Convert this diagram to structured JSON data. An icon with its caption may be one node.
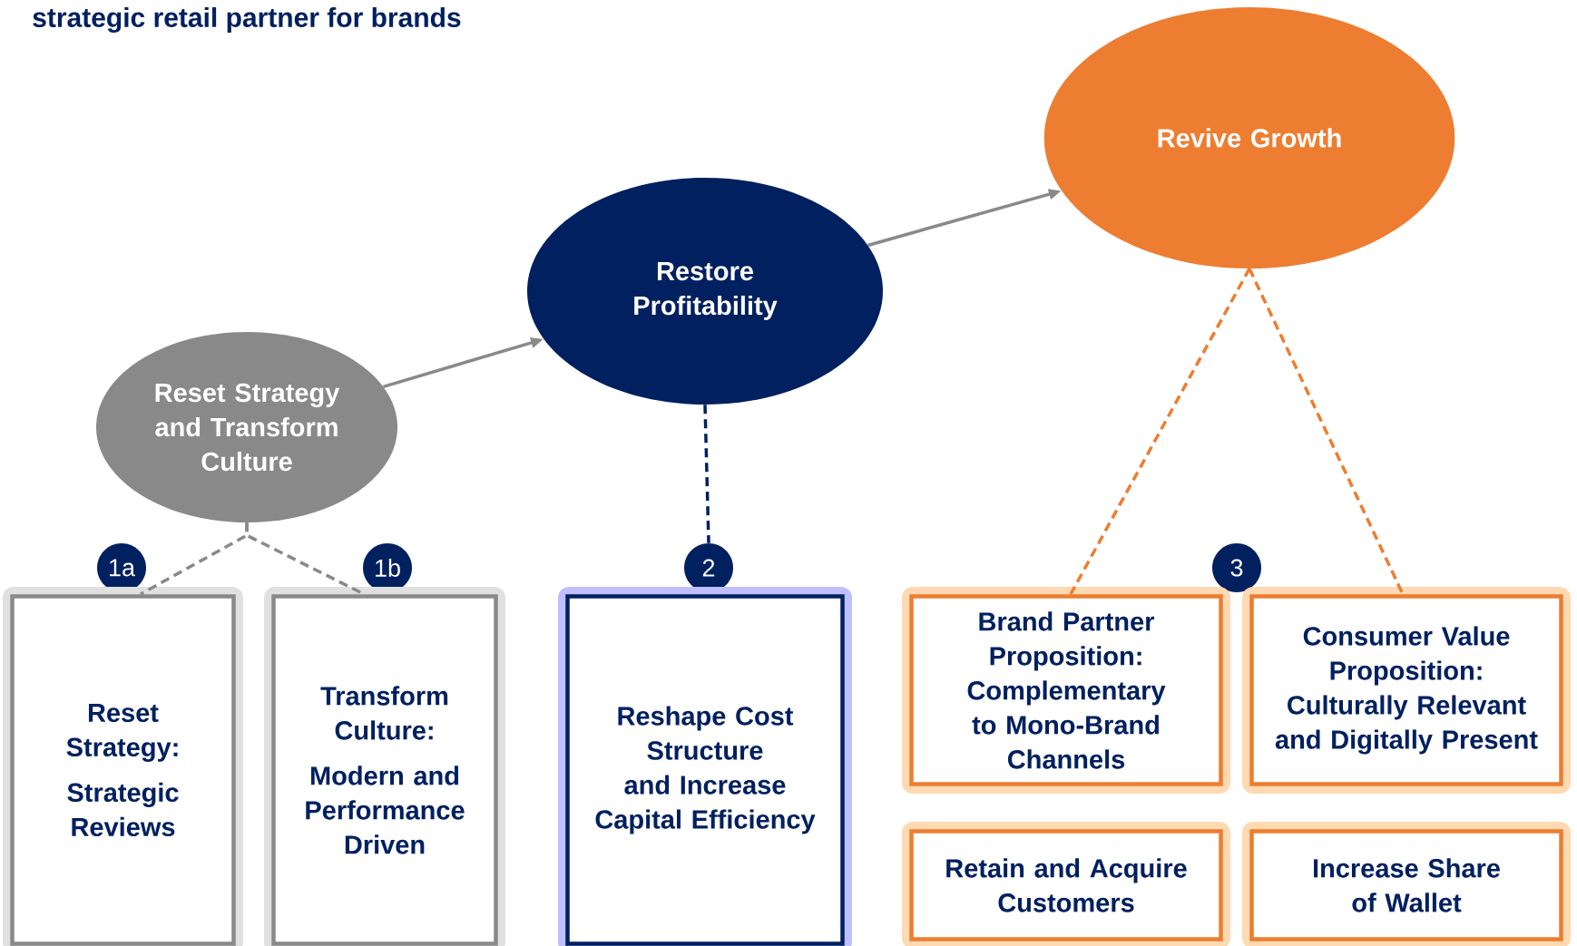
{
  "diagram": {
    "title": "strategic retail partner for brands",
    "nodes": [
      {
        "text": [
          "Reset Strategy and Transform Culture"
        ]
      },
      {
        "text": [
          "Restore Profitability"
        ]
      },
      {
        "text": [
          "Revive Growth"
        ]
      },
      {
        "text": [
          "1a"
        ]
      },
      {
        "text": [
          "Reset Strategy:",
          "Strategic Reviews"
        ]
      },
      {
        "text": [
          "1b"
        ]
      },
      {
        "text": [
          "Transform Culture:",
          "Modern and Performance Driven"
        ]
      },
      {
        "text": [
          "2"
        ]
      },
      {
        "text": [
          "Reshape Cost Structure and Increase Capital Efficiency"
        ]
      },
      {
        "text": [
          "3"
        ]
      },
      {
        "text": [
          "Brand Partner Proposition: Complementary to Mono-Brand Channels"
        ]
      },
      {
        "text": [
          "Consumer Value Proposition: Culturally Relevant and Digitally Present"
        ]
      },
      {
        "text": [
          "Retain and Acquire Customers"
        ]
      },
      {
        "text": [
          "Increase Share of Wallet"
        ]
      }
    ],
    "edges": [
      {
        "from": 0,
        "to": 1,
        "arrow": "to"
      },
      {
        "from": 1,
        "to": 2,
        "arrow": "to"
      },
      {
        "from": 0,
        "to": 4,
        "arrow": "none",
        "style": "dashed"
      },
      {
        "from": 0,
        "to": 6,
        "arrow": "none",
        "style": "dashed"
      },
      {
        "from": 1,
        "to": 7,
        "arrow": "none",
        "style": "dashed",
        "color": "#002060"
      },
      {
        "from": 2,
        "to": 10,
        "arrow": "none",
        "style": "dashed",
        "color": "#ed7d31"
      },
      {
        "from": 2,
        "to": 11,
        "arrow": "none",
        "style": "dashed",
        "color": "#ed7d31"
      }
    ]
  }
}
